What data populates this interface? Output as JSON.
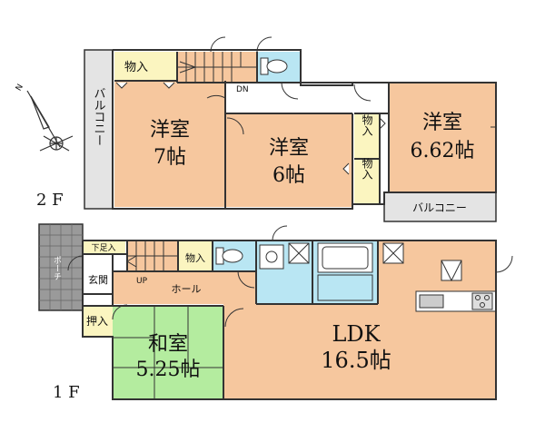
{
  "colors": {
    "room_orange": "#f6c79e",
    "room_yellow": "#fbf5c0",
    "room_green": "#b4ec9f",
    "room_blue": "#b9e6f3",
    "balcony_gray": "#e4e4e4",
    "wall": "#333333",
    "porch_gray": "#9a9a9a"
  },
  "floors": {
    "f2": "2 F",
    "f1": "1 F"
  },
  "compass": {
    "north": "N"
  },
  "rooms_2f": {
    "storage_top": "物入",
    "bedroom1_name": "洋室",
    "bedroom1_size": "7帖",
    "bedroom2_name": "洋室",
    "bedroom2_size": "6帖",
    "bedroom3_name": "洋室",
    "bedroom3_size": "6.62帖",
    "closet_a": "物入",
    "closet_b": "物入",
    "balcony_left": "バルコニー",
    "balcony_right": "バルコニー",
    "stair_dn": "DN"
  },
  "rooms_1f": {
    "shoe": "下足入",
    "storage": "物入",
    "entrance": "玄関",
    "porch": "ポーチ",
    "stair_up": "UP",
    "hall": "ホール",
    "closet": "押入",
    "japanese_name": "和室",
    "japanese_size": "5.25帖",
    "ldk_name": "LDK",
    "ldk_size": "16.5帖"
  }
}
